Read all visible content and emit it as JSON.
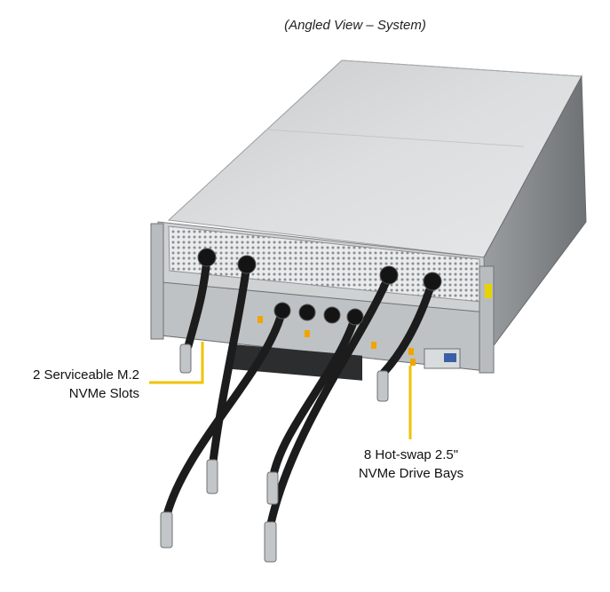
{
  "caption": "(Angled View – System)",
  "callouts": {
    "m2": {
      "line1": "2 Serviceable M.2",
      "line2": "NVMe Slots"
    },
    "drives": {
      "line1": "8 Hot-swap 2.5\"",
      "line2": "NVMe Drive Bays"
    }
  },
  "colors": {
    "callout_line": "#f2c200",
    "chassis_top": "#d9dbdc",
    "chassis_side": "#8d9193",
    "hose": "#1c1c1c",
    "fitting": "#bfc3c5",
    "drive_tab": "#f0a500"
  }
}
